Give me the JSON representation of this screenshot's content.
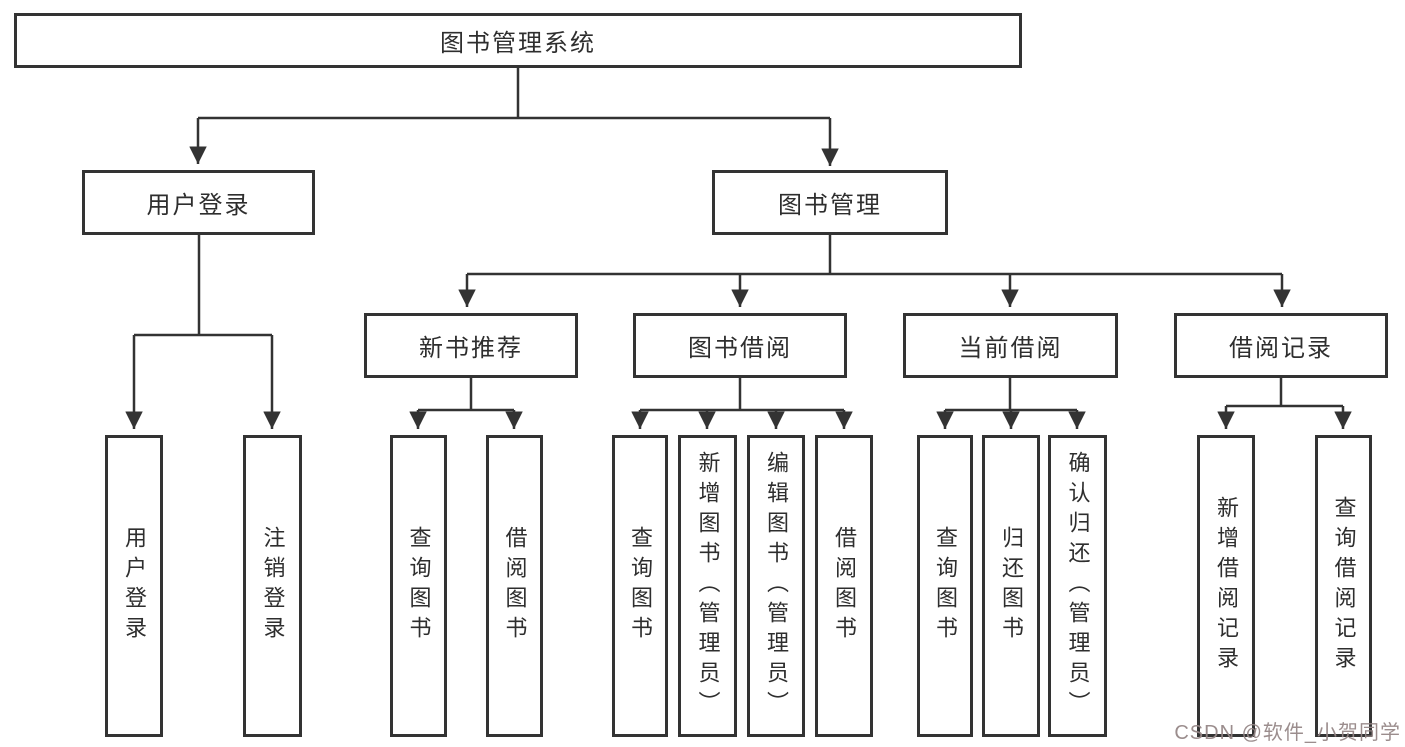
{
  "diagram": {
    "title": "图书管理系统",
    "root": {
      "label": "图书管理系统"
    },
    "level2": [
      {
        "label": "用户登录"
      },
      {
        "label": "图书管理"
      }
    ],
    "level3": [
      {
        "label": "新书推荐"
      },
      {
        "label": "图书借阅"
      },
      {
        "label": "当前借阅"
      },
      {
        "label": "借阅记录"
      }
    ],
    "leaves": [
      {
        "label": "用户登录",
        "parent": "用户登录"
      },
      {
        "label": "注销登录",
        "parent": "用户登录"
      },
      {
        "label": "查询图书",
        "parent": "新书推荐"
      },
      {
        "label": "借阅图书",
        "parent": "新书推荐"
      },
      {
        "label": "查询图书",
        "parent": "图书借阅"
      },
      {
        "label": "新增图书（管理员）",
        "parent": "图书借阅"
      },
      {
        "label": "编辑图书（管理员）",
        "parent": "图书借阅"
      },
      {
        "label": "借阅图书",
        "parent": "图书借阅"
      },
      {
        "label": "查询图书",
        "parent": "当前借阅"
      },
      {
        "label": "归还图书",
        "parent": "当前借阅"
      },
      {
        "label": "确认归还（管理员）",
        "parent": "当前借阅"
      },
      {
        "label": "新增借阅记录",
        "parent": "借阅记录"
      },
      {
        "label": "查询借阅记录",
        "parent": "借阅记录"
      }
    ]
  },
  "watermark": {
    "text": "CSDN @软件_小贺同学"
  },
  "colors": {
    "line": "#333333",
    "box_border": "#333333",
    "text": "#2e2e2e",
    "background": "#ffffff",
    "watermark": "#968787"
  }
}
